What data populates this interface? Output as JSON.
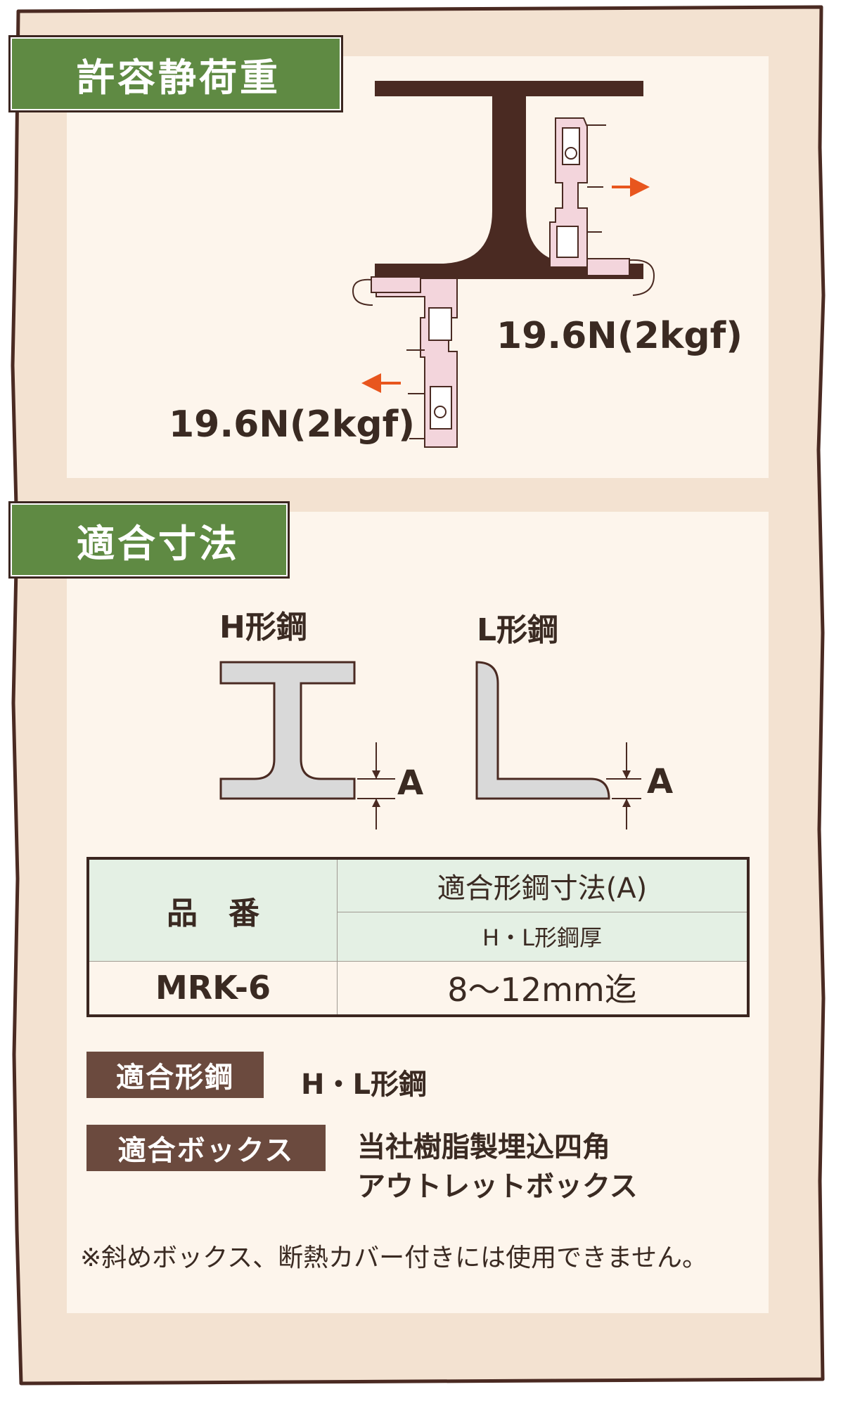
{
  "sections": {
    "load": {
      "title": "許容静荷重"
    },
    "fit": {
      "title": "適合寸法"
    }
  },
  "loads": [
    {
      "label": "19.6N(2kgf)"
    },
    {
      "label": "19.6N(2kgf)"
    }
  ],
  "steel_shapes": {
    "h_label": "H形鋼",
    "l_label": "L形鋼",
    "dimension_symbol": "A"
  },
  "table": {
    "col1_header": "品　番",
    "col2_header": "適合形鋼寸法(A)",
    "col2_subheader": "H・L形鋼厚",
    "rows": [
      {
        "model": "MRK-6",
        "range": "8〜12mm迄"
      }
    ]
  },
  "info": {
    "steel_badge": "適合形鋼",
    "steel_value": "H・L形鋼",
    "box_badge": "適合ボックス",
    "box_value_line1": "当社樹脂製埋込四角",
    "box_value_line2": "アウトレットボックス"
  },
  "note": "※斜めボックス、断熱カバー付きには使用できません。",
  "colors": {
    "background": "#f3e2d1",
    "panel": "#fdf5ec",
    "header_green": "#5f8a43",
    "beam_brown": "#4a2a22",
    "arrow_orange": "#e8561e",
    "badge_brown": "#6b4a3e",
    "clip_pink": "#f3d5dc",
    "table_header": "#e4f0e4"
  }
}
